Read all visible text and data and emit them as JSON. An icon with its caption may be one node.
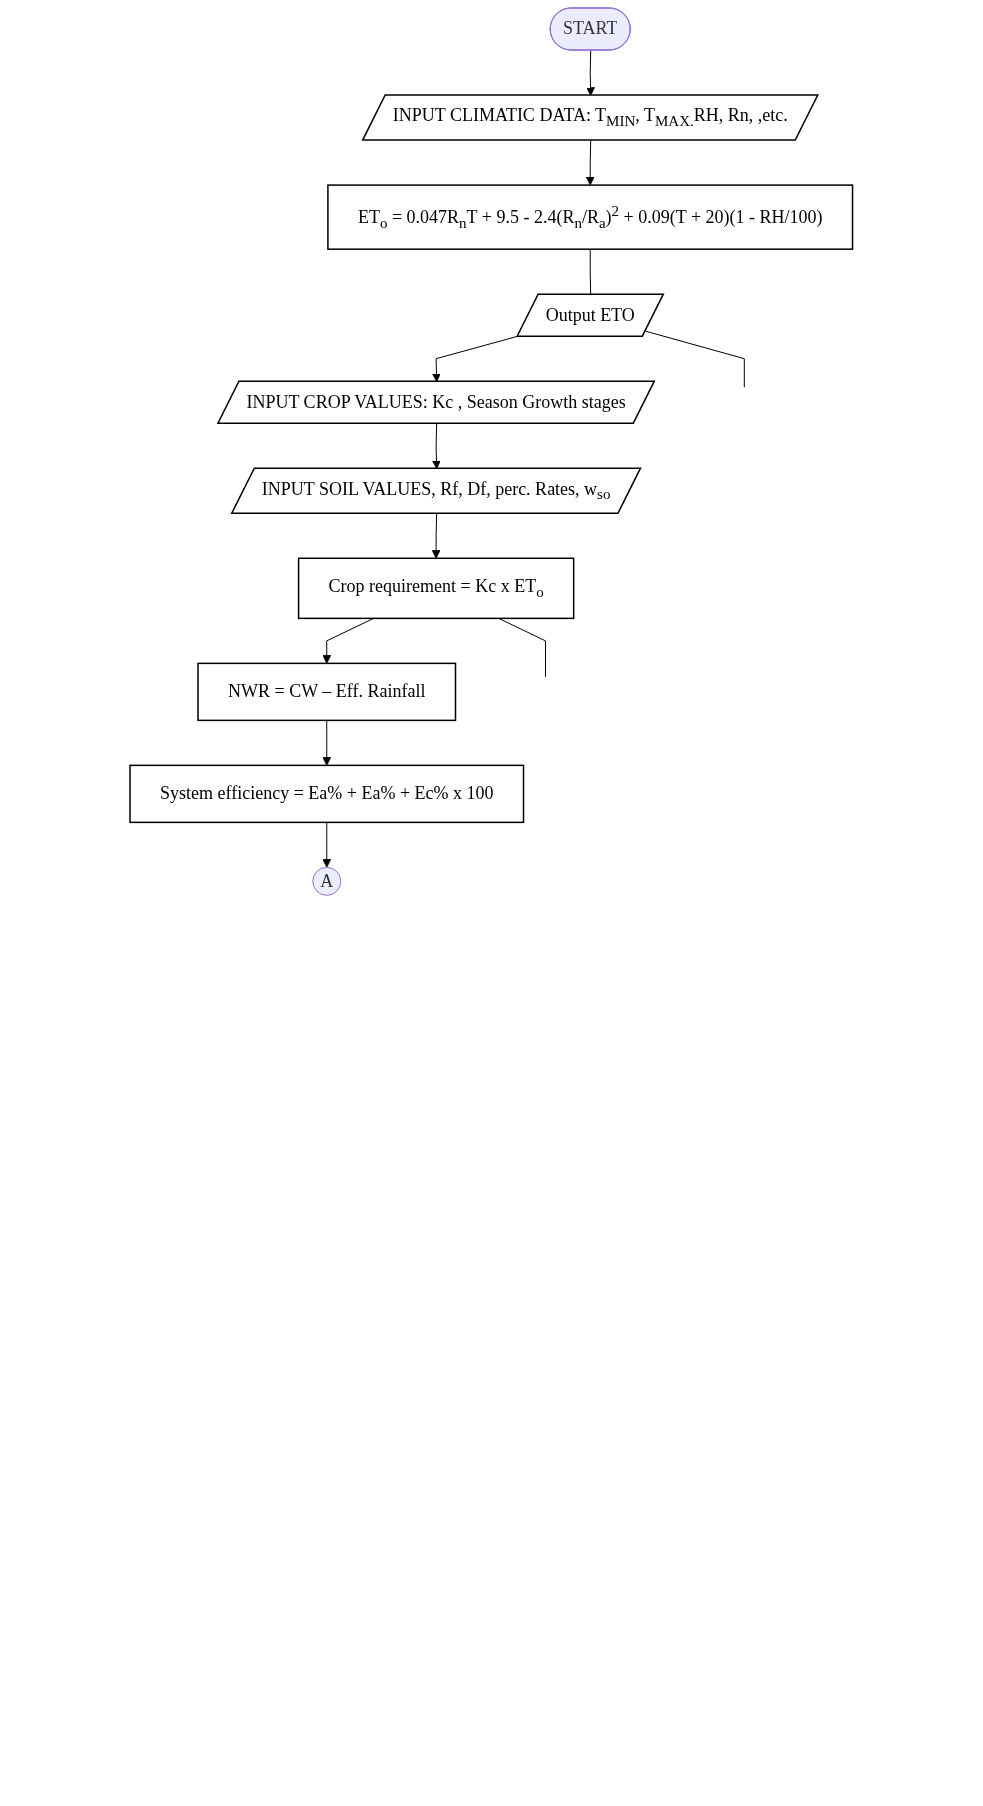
{
  "diagram": {
    "nodes": [
      {
        "text": [
          "START"
        ]
      },
      {
        "text": [
          "INPUT  CLIMATIC DATA: T$_{MIN}$, T$_{MAX.}$RH, Rn, ,etc."
        ]
      },
      {
        "text": [
          "ET$_{o}$ = 0.047R$_{n}$T + 9.5 - 2.4(R$_{n}$/R$_{a}$)$^{2}$ + 0.09(T + 20)(1 - RH/100)"
        ]
      },
      {
        "text": [
          "Output ETO"
        ]
      },
      {
        "text": [
          "INPUT CROP VALUES: Kc ,  Season Growth stages"
        ]
      },
      {
        "text": [
          "INPUT  SOIL VALUES, Rf, Df, perc. Rates, w$_{so}$"
        ]
      },
      {
        "text": [
          "Crop requirement = Kc x ET$_{o}$"
        ]
      },
      {
        "text": [
          "NWR = CW – Eff. Rainfall"
        ]
      },
      {
        "text": [
          "System efficiency = Ea%  + Ea% + Ec% x 100"
        ]
      },
      {
        "text": [
          "A"
        ]
      }
    ],
    "edges": [
      {
        "from": 0,
        "to": 1,
        "arrow": "to"
      },
      {
        "from": 1,
        "to": 2,
        "arrow": "to"
      },
      {
        "from": 2,
        "to": 3,
        "arrow": "none"
      },
      {
        "from": 3,
        "to": null,
        "arrow": "none"
      },
      {
        "from": 3,
        "to": 4,
        "arrow": "to"
      },
      {
        "from": 4,
        "to": 5,
        "arrow": "to"
      },
      {
        "from": 5,
        "to": 6,
        "arrow": "to"
      },
      {
        "from": 6,
        "to": null,
        "arrow": "none"
      },
      {
        "from": 6,
        "to": 7,
        "arrow": "to"
      },
      {
        "from": 7,
        "to": 8,
        "arrow": "to"
      },
      {
        "from": 8,
        "to": 9,
        "arrow": "to"
      }
    ]
  }
}
